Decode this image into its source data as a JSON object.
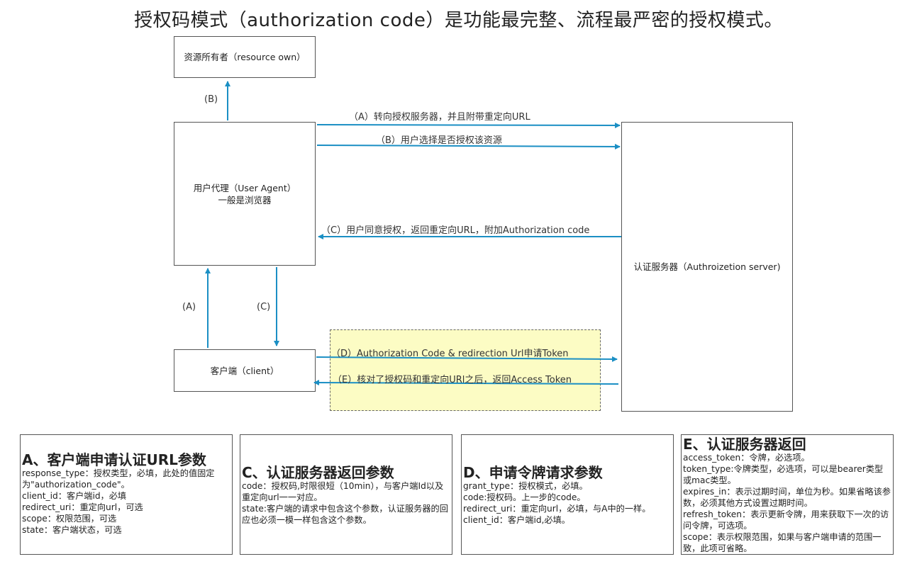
{
  "title": "授权码模式（authorization code）是功能最完整、流程最严密的授权模式。",
  "nodes": {
    "resource_owner": "资源所有者（resource own）",
    "user_agent_line1": "用户代理（User Agent）",
    "user_agent_line2": "一般是浏览器",
    "auth_server": "认证服务器（Authroizetion server)",
    "client": "客户端（client）"
  },
  "edges": {
    "b_up": "(B)",
    "a_redirect": "（A）转向授权服务器，并且附带重定向URL",
    "b_choose": "（B）用户选择是否授权该资源",
    "c_agree": "（C）用户同意授权，返回重定向URL，附加Authorization code",
    "a_left": "(A)",
    "c_down": "(C)",
    "d_request": "（D）Authorization Code & redirection Url申请Token",
    "e_return": "（E）核对了授权码和重定向URl之后，返回Access Token"
  },
  "colors": {
    "arrow": "#1b8fc4",
    "highlight_bg": "#fcfcc4"
  },
  "panels": [
    {
      "heading": "A、客户端申请认证URL参数",
      "lines": [
        "response_type：授权类型，必填，此处的值固定为\"authorization_code\"。",
        "client_id：客户端id，必填",
        "redirect_uri：重定向url，可选",
        "scope：权限范围，可选",
        "state：客户端状态，可选"
      ]
    },
    {
      "heading": "C、认证服务器返回参数",
      "lines": [
        "code：授权码,时限很短（10min），与客户端Id以及重定向url一一对应。",
        "state:客户端的请求中包含这个参数，认证服务器的回应也必须一模一样包含这个参数。"
      ]
    },
    {
      "heading": "D、申请令牌请求参数",
      "lines": [
        "grant_type：授权模式，必填。",
        "code:授权码。上一步的code。",
        "redirect_uri：重定向url，必填，与A中的一样。",
        "client_id：客户端id,必填。"
      ]
    },
    {
      "heading": "E、认证服务器返回",
      "lines": [
        "access_token：令牌，必选项。",
        "token_type:令牌类型，必选项，可以是bearer类型或mac类型。",
        "expires_in：表示过期时间，单位为秒。如果省略该参数，必须其他方式设置过期时间。",
        "refresh_token：表示更新令牌，用来获取下一次的访问令牌，可选项。",
        "scope：表示权限范围，如果与客户端申请的范围一致，此项可省略。"
      ]
    }
  ]
}
